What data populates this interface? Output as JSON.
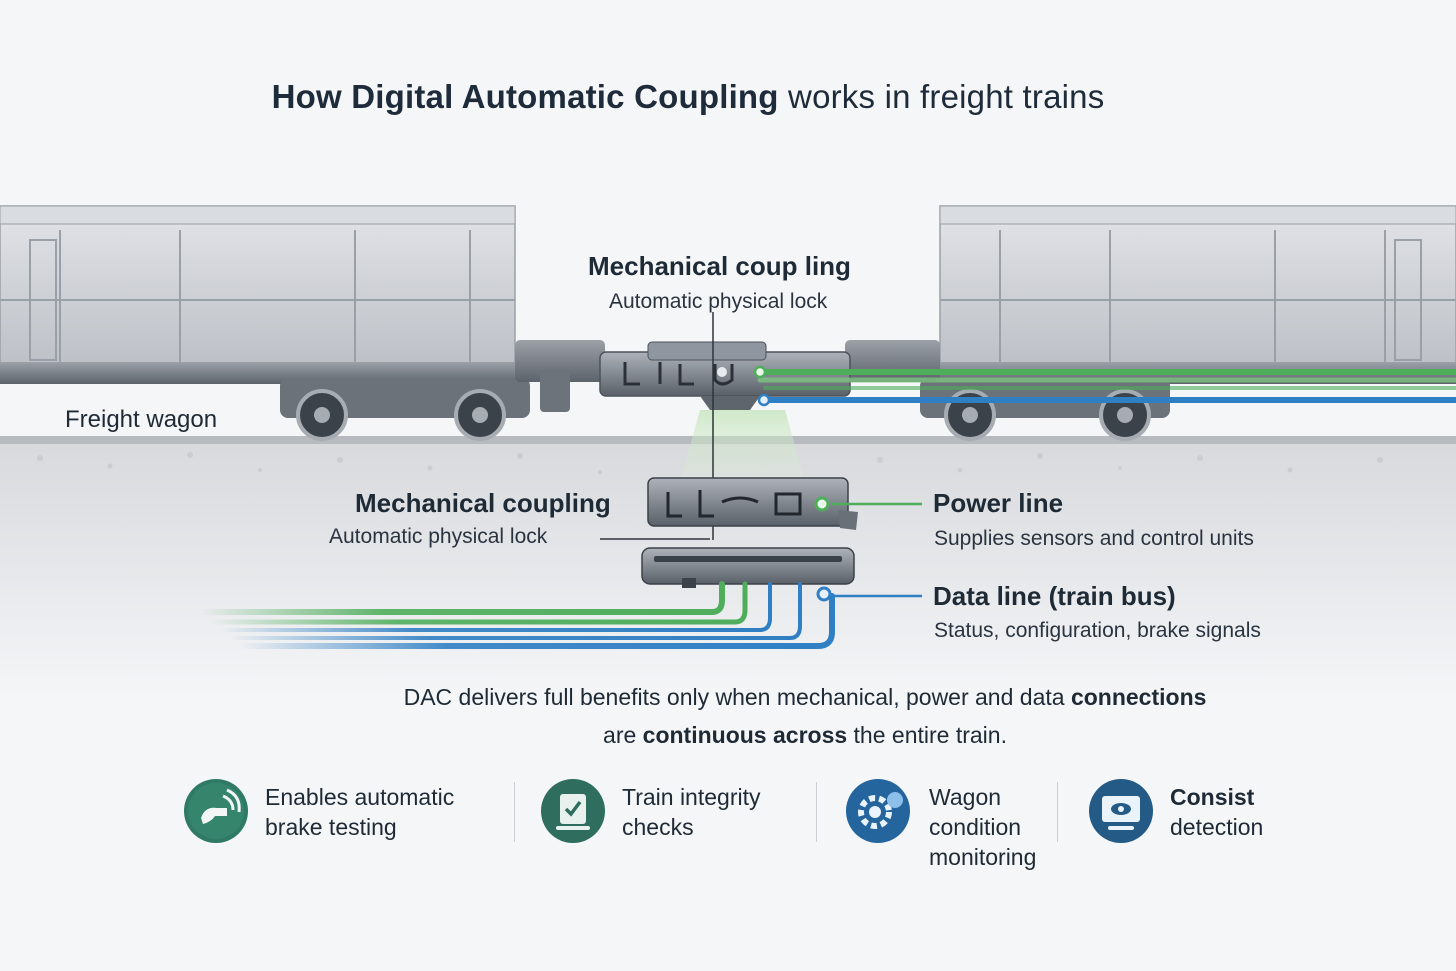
{
  "title": {
    "bold": "How Digital Automatic Coupling",
    "light": "works in freight trains"
  },
  "labels": {
    "top_coupling_title": "Mechanical coup ling",
    "top_coupling_sub": "Automatic physical lock",
    "wagon": "Freight wagon",
    "coupling_title": "Mechanical coupling",
    "coupling_sub": "Automatic physical lock",
    "power_title": "Power line",
    "power_sub": "Supplies sensors and control units",
    "data_title": "Data line (train bus)",
    "data_sub": "Status, configuration, brake signals"
  },
  "message": {
    "line1_a": "DAC delivers full benefits only when mechanical, power and data",
    "line1_b": "connections",
    "line2_a": "are",
    "line2_b": "continuous across",
    "line2_c": "the entire train."
  },
  "features": [
    {
      "line1": "Enables automatic",
      "line2": "brake testing",
      "line3": "",
      "icon": "brake-test-icon"
    },
    {
      "line1": "Train integrity",
      "line2": "checks",
      "line3": "",
      "icon": "integrity-check-icon"
    },
    {
      "line1": "Wagon",
      "line2": "condition",
      "line3": "monitoring",
      "icon": "condition-gear-icon"
    },
    {
      "line1": "Consist",
      "line2": "detection",
      "line3": "",
      "icon": "monitor-eye-icon"
    }
  ],
  "colors": {
    "power": "#4fae5c",
    "data": "#2f7fc4",
    "wagon": "#c9ccd1",
    "icon_green": "#2f7a64",
    "icon_blue": "#24659e"
  }
}
